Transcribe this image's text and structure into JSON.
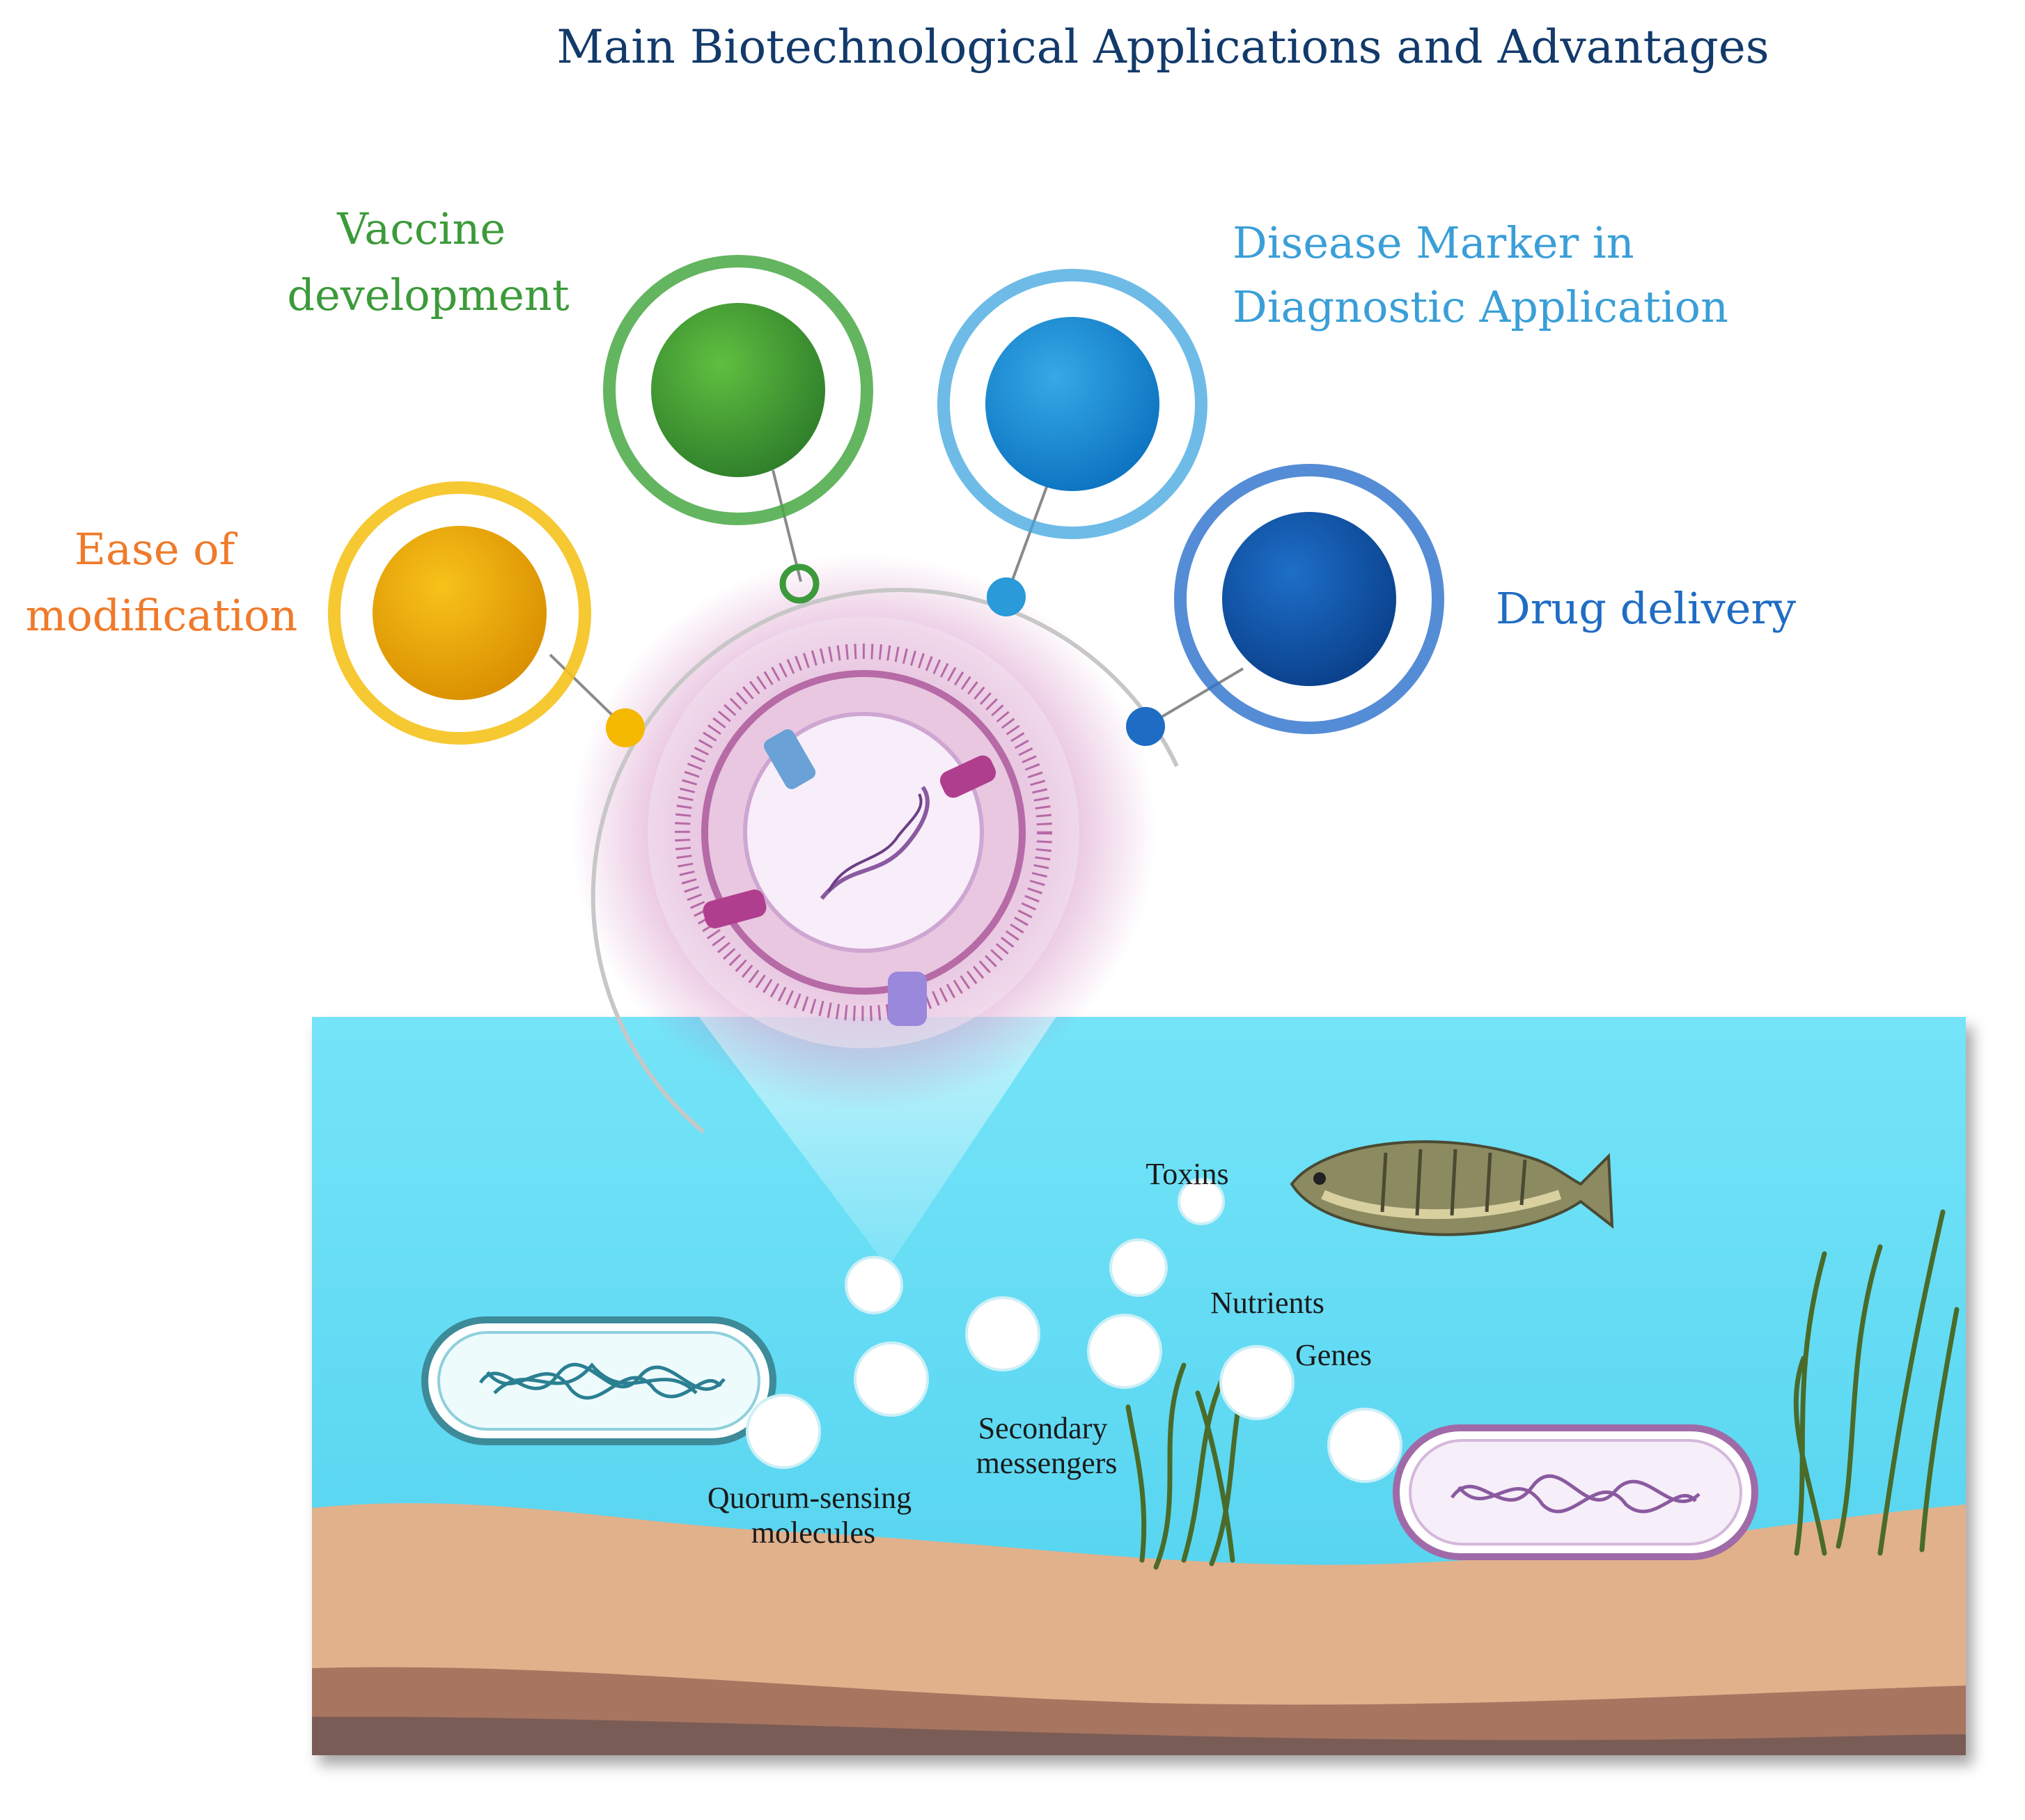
{
  "title": "Main Biotechnological Applications and Advantages",
  "colors": {
    "title": "#123a6b",
    "ease": "#f07a2a",
    "vaccine": "#3c9a3a",
    "disease": "#3a9fd8",
    "drug": "#1f6cc4",
    "water": "#5fd9f4",
    "sediment": "#dfb28e",
    "vesicle": "#b04a9e"
  },
  "applications": [
    {
      "id": "ease",
      "lines": [
        "Ease of",
        "modification"
      ],
      "icon": "orange-circle-icon"
    },
    {
      "id": "vaccine",
      "lines": [
        "Vaccine",
        "development"
      ],
      "icon": "green-circle-icon"
    },
    {
      "id": "disease",
      "lines": [
        "Disease Marker in",
        "Diagnostic Application"
      ],
      "icon": "light-blue-circle-icon"
    },
    {
      "id": "drug",
      "lines": [
        "Drug delivery"
      ],
      "icon": "dark-blue-circle-icon"
    }
  ],
  "cargo_labels": {
    "toxins": "Toxins",
    "nutrients": "Nutrients",
    "genes": "Genes",
    "secondary": [
      "Secondary",
      "messengers"
    ],
    "quorum": [
      "Quorum-sensing",
      "molecules"
    ]
  },
  "icons": [
    "bacterium-cyan-icon",
    "bacterium-purple-icon",
    "fish-icon",
    "seaweed-icon",
    "outer-membrane-vesicle-icon"
  ]
}
